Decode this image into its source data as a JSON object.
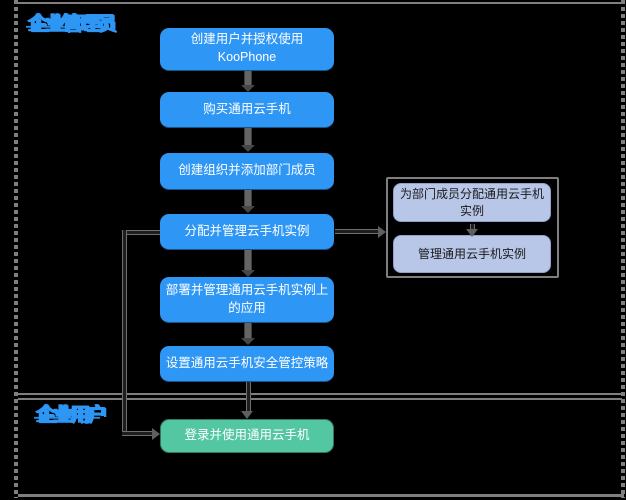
{
  "lanes": {
    "admin": {
      "label": "企业管理员"
    },
    "user": {
      "label": "企业用户"
    }
  },
  "nodes": {
    "create_user": {
      "label": "创建用户并授权使用\nKooPhone"
    },
    "buy_phone": {
      "label": "购买通用云手机"
    },
    "create_org": {
      "label": "创建组织并添加部门成员"
    },
    "assign_manage": {
      "label": "分配并管理云手机实例"
    },
    "deploy_apps": {
      "label": "部署并管理通用云手机实例上\n的应用"
    },
    "security_policy": {
      "label": "设置通用云手机安全管控策略"
    },
    "login_use": {
      "label": "登录并使用通用云手机"
    }
  },
  "group_nodes": {
    "assign_member": {
      "label": "为部门成员分配通用云手机\n实例"
    },
    "manage_instance": {
      "label": "管理通用云手机实例"
    }
  },
  "colors": {
    "accent_blue": "#2E96F5",
    "success_green": "#53C6A2",
    "member_box": "#B8C6E8",
    "member_text": "#1A1A1A",
    "frame_grey": "#7F7F7F",
    "arrow_grey": "#646464",
    "arrow_dark": "#1E1E1E",
    "node_text": "#FFFFFF",
    "background": "#000000"
  }
}
